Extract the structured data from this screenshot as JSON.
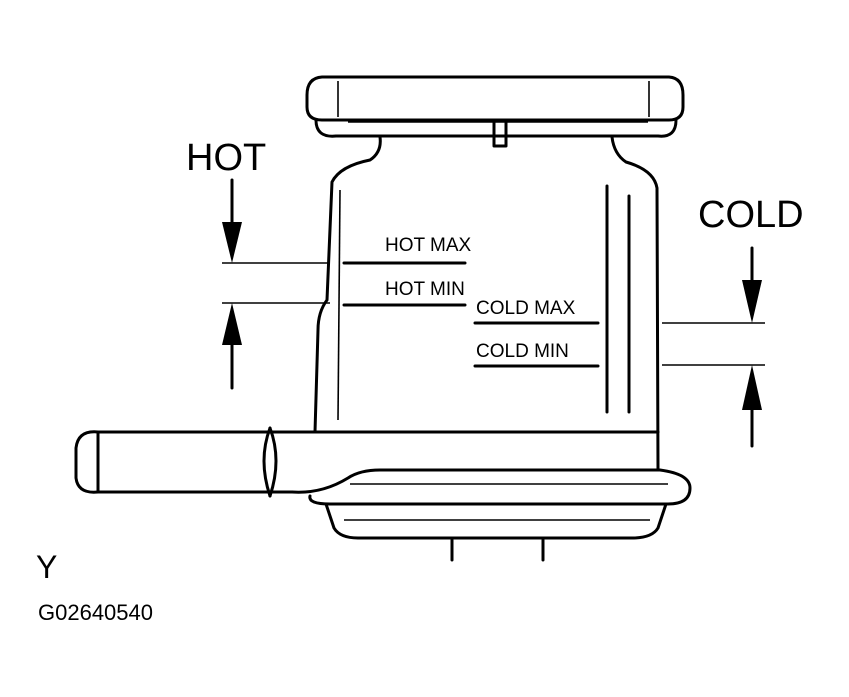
{
  "labels": {
    "hot": "HOT",
    "cold": "COLD",
    "hot_max": "HOT  MAX",
    "hot_min": "HOT  MIN",
    "cold_max": "COLD MAX",
    "cold_min": "COLD  MIN",
    "corner_letter": "Y",
    "figure_code": "G02640540"
  },
  "colors": {
    "ink": "#000000",
    "background": "#ffffff"
  }
}
